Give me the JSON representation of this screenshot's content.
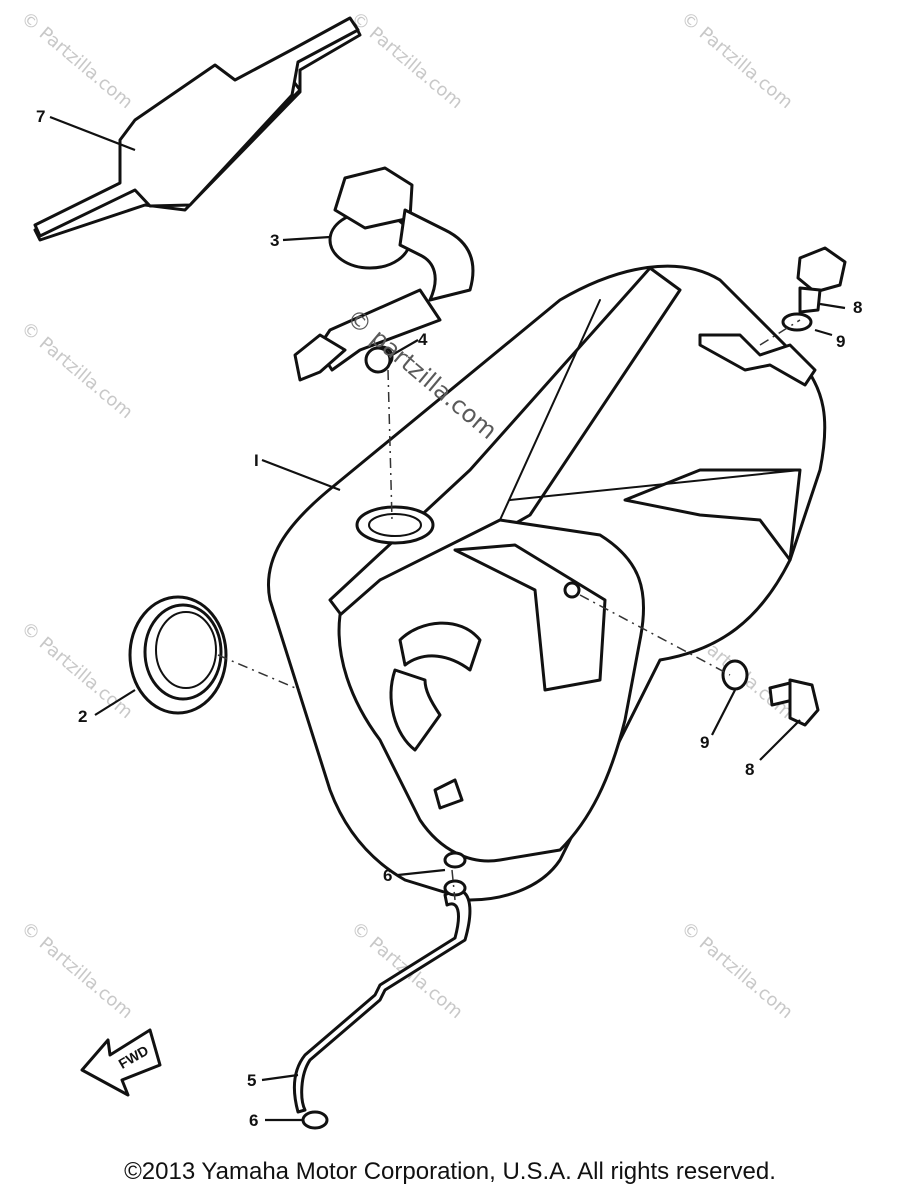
{
  "copyright": "©2013 Yamaha Motor Corporation, U.S.A. All rights reserved.",
  "watermark": "© Partzilla.com",
  "watermark_center": "© partzilla.com",
  "arrow_label": "FWD",
  "callouts": {
    "c1": "I",
    "c2": "2",
    "c3": "3",
    "c4": "4",
    "c5": "5",
    "c6a": "6",
    "c6b": "6",
    "c7": "7",
    "c8a": "8",
    "c8b": "8",
    "c9a": "9",
    "c9b": "9"
  }
}
